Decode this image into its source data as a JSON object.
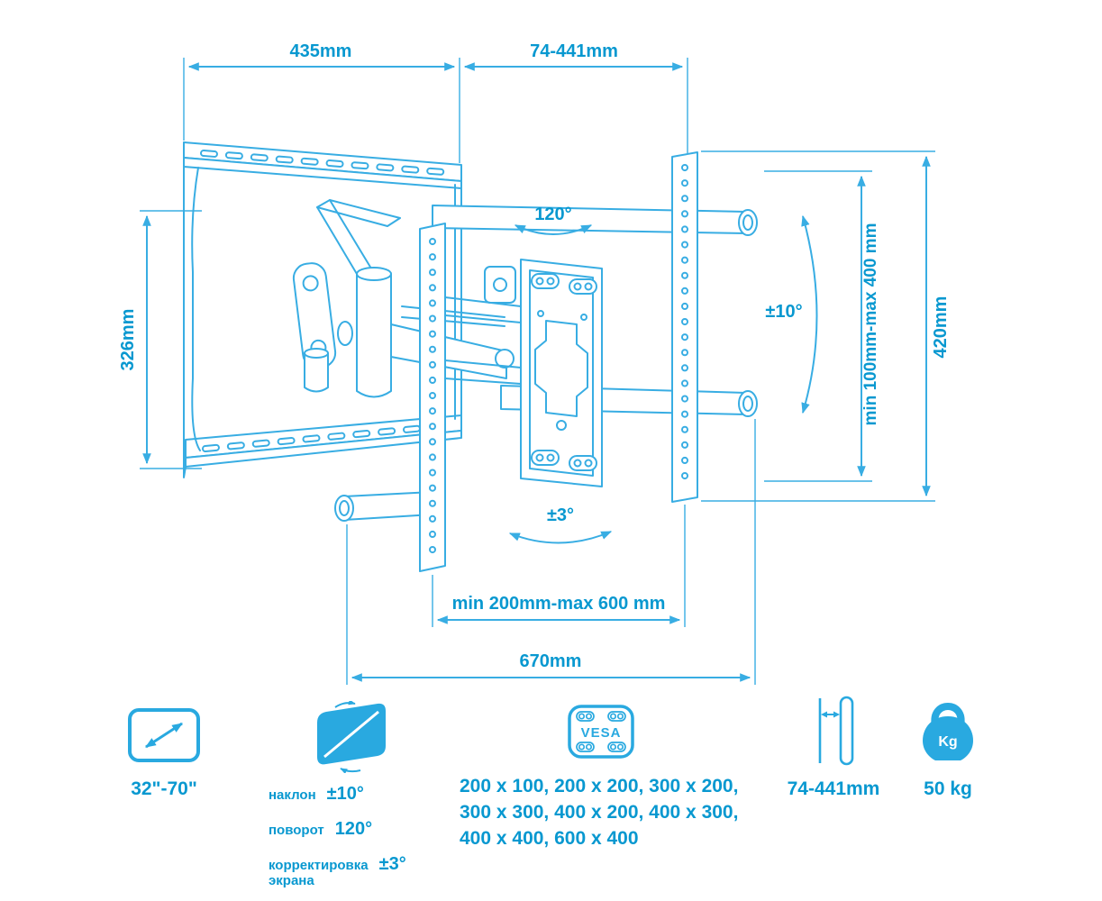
{
  "colors": {
    "accent": "#0898d0",
    "line": "#38ade3",
    "icon": "#29a9e0"
  },
  "diagram": {
    "dim_top_left": "435mm",
    "dim_top_right": "74-441mm",
    "dim_left": "326mm",
    "dim_swivel": "120°",
    "dim_tilt": "±10°",
    "dim_right_inner": "min 100mm-max 400 mm",
    "dim_right_outer": "420mm",
    "dim_screen_adjust": "±3°",
    "dim_bottom_inner": "min 200mm-max 600 mm",
    "dim_bottom_outer": "670mm"
  },
  "specs": {
    "screen_size": "32\"-70\"",
    "tilt_label": "наклон",
    "tilt_value": "±10°",
    "swivel_label": "поворот",
    "swivel_value": "120°",
    "adjust_label_line1": "корректировка",
    "adjust_label_line2": "экрана",
    "adjust_value": "±3°",
    "vesa_label": "VESA",
    "vesa_line1": "200 x 100, 200 x 200, 300 x 200,",
    "vesa_line2": "300 x 300, 400 x 200, 400 x 300,",
    "vesa_line3": "400 x 400, 600 x 400",
    "wall_distance": "74-441mm",
    "weight": "50 kg",
    "kg_label": "Kg"
  }
}
